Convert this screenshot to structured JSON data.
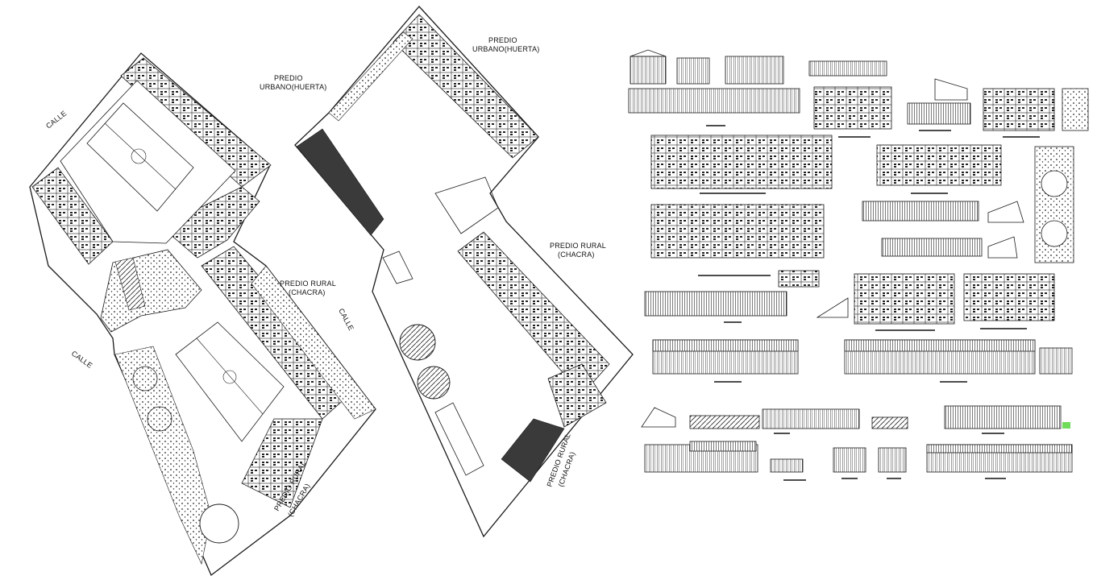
{
  "labels": {
    "calle_1": "CALLE",
    "calle_2": "CALLE",
    "calle_3": "CALLE",
    "predio_urbano_1_a": "PREDIO",
    "predio_urbano_1_b": "URBANO(HUERTA)",
    "predio_urbano_2_a": "PREDIO",
    "predio_urbano_2_b": "URBANO(HUERTA)",
    "predio_rural_1_a": "PREDIO RURAL",
    "predio_rural_1_b": "(CHACRA)",
    "predio_rural_2_a": "PREDIO RURAL",
    "predio_rural_2_b": "(CHACRA)",
    "predio_rural_3_a": "PREDIO RURAL",
    "predio_rural_3_b": "(CHACRA)",
    "predio_rural_4_a": "PREDIO RURAL",
    "predio_rural_4_b": "(CHACRA)"
  },
  "colors": {
    "line": "#1a1a1a",
    "fill_dark": "#3a3a3a",
    "highlight": "#6fdc5a",
    "background": "#ffffff"
  }
}
